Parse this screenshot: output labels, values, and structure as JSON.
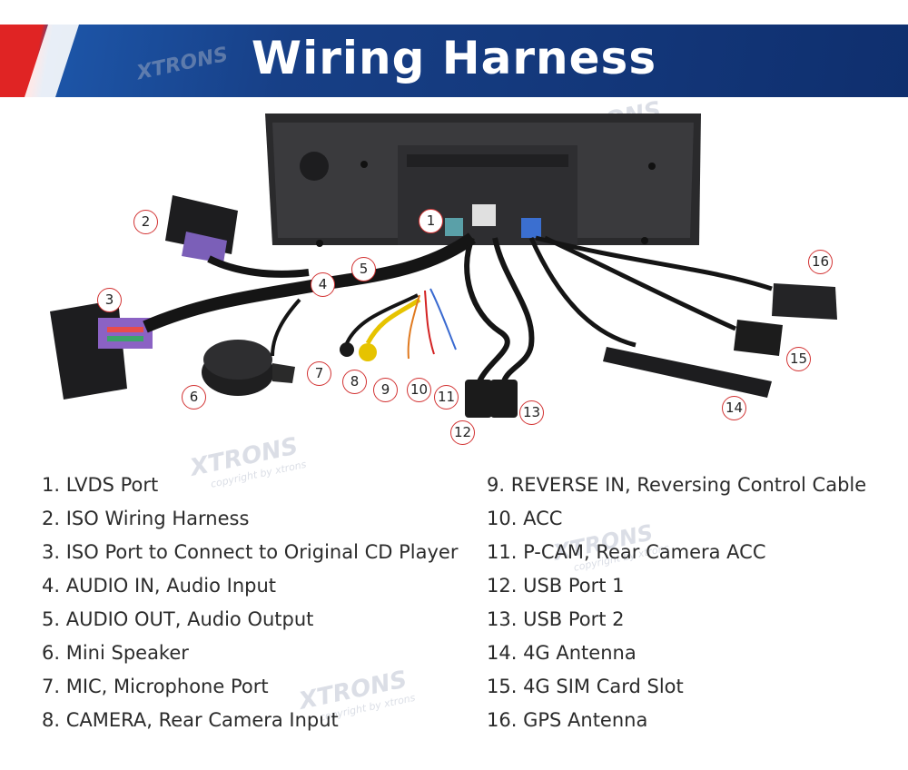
{
  "title": "Wiring Harness",
  "brand_watermark": {
    "logo_text": "XTRONS",
    "copyright_text": "copyright by xtrons"
  },
  "callout_numbers": [
    "1",
    "2",
    "3",
    "4",
    "5",
    "6",
    "7",
    "8",
    "9",
    "10",
    "11",
    "12",
    "13",
    "14",
    "15",
    "16"
  ],
  "legend_left": [
    "1. LVDS Port",
    "2. ISO Wiring Harness",
    "3. ISO Port to Connect to Original CD Player",
    "4. AUDIO IN, Audio Input",
    "5. AUDIO OUT, Audio Output",
    "6. Mini Speaker",
    "7. MIC, Microphone Port",
    "8. CAMERA, Rear Camera Input"
  ],
  "legend_right": [
    "9. REVERSE IN, Reversing Control Cable",
    "10. ACC",
    "11. P-CAM, Rear Camera ACC",
    "12. USB Port 1",
    "13. USB Port 2",
    "14. 4G Antenna",
    "15. 4G SIM Card Slot",
    "16. GPS Antenna"
  ],
  "colors": {
    "banner_red": "#e02424",
    "banner_blue": "#173f86",
    "callout_border": "#d23232",
    "text": "#2b2b2b"
  }
}
